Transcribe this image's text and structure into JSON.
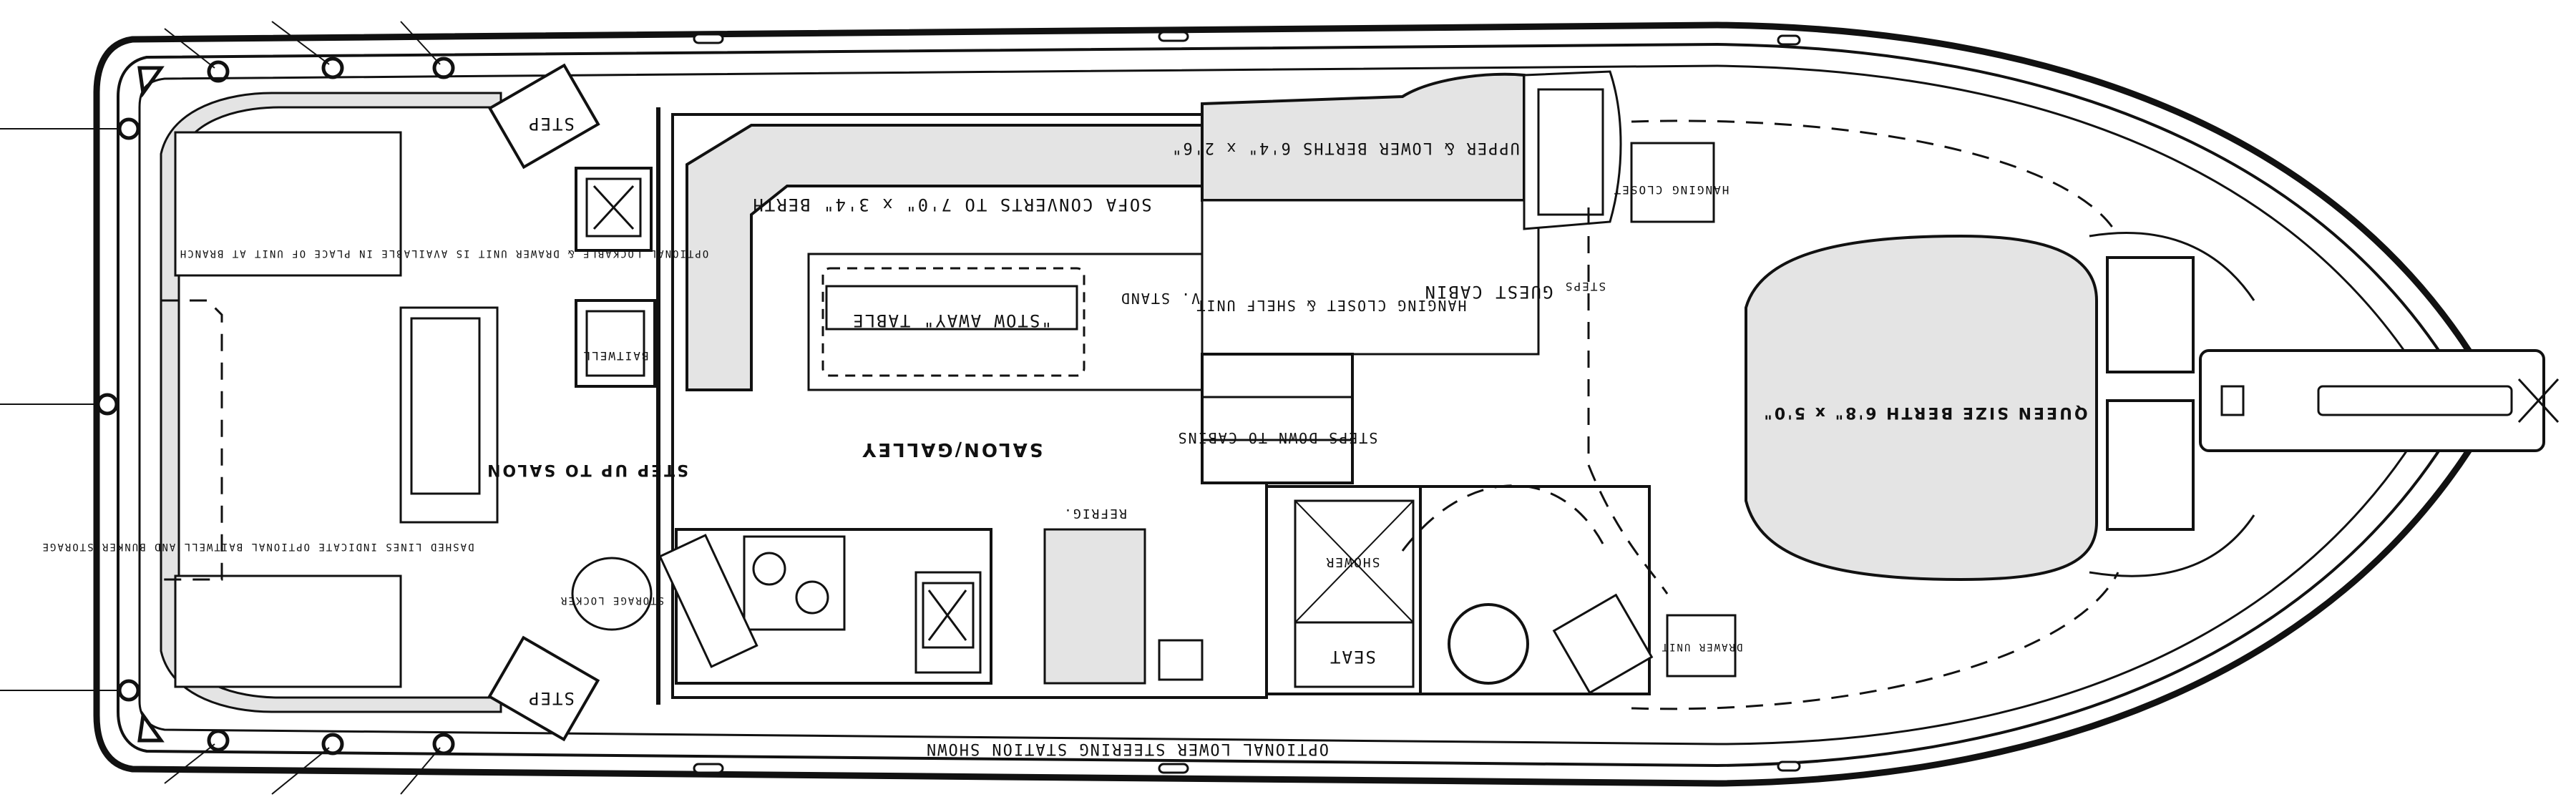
{
  "labels": {
    "sofa": "SOFA CONVERTS TO 7'0\" x 3'4\" BERTH",
    "stow_table": "\"STOW AWAY\" TABLE",
    "salon_galley": "SALON/GALLEY",
    "tv_stand": "T.V. STAND",
    "hanging_closet_shelf": "HANGING CLOSET & SHELF UNIT",
    "guest_cabin": "GUEST CABIN",
    "steps": "STEPS",
    "steps_down_cabins": "STEPS DOWN TO CABINS",
    "upper_lower_berths": "UPPER & LOWER BERTHS 6'4\" x 2'6\"",
    "hanging_closet": "HANGING CLOSET",
    "queen_berth": "QUEEN SIZE BERTH 6'8\" x 5'0\"",
    "shower": "SHOWER",
    "seat": "SEAT",
    "drawer_unit": "DRAWER UNIT",
    "refrig": "REFRIG.",
    "lower_station": "OPTIONAL LOWER STEERING STATION SHOWN",
    "step_up_salon": "STEP UP TO SALON",
    "dashed_lines": "DASHED LINES INDICATE OPTIONAL BAITWELL AND BUNKER STORAGE",
    "optional_lockable": "OPTIONAL LOCKABLE & DRAWER UNIT IS AVAILABLE IN PLACE OF UNIT AT BRANCH",
    "step_top": "STEP",
    "step_bottom": "STEP",
    "baitwell": "BAITWELL",
    "storage_locker": "STORAGE LOCKER"
  }
}
